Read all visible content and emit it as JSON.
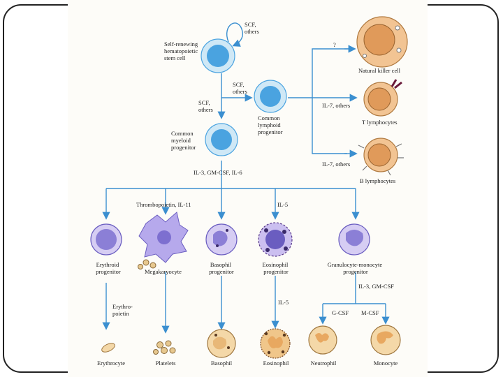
{
  "labels": {
    "stem_cell": [
      "Self-renewing",
      "hematopoietic",
      "stem cell"
    ],
    "scf_top": [
      "SCF,",
      "others"
    ],
    "scf_lymphoid": [
      "SCF,",
      "others"
    ],
    "scf_myeloid": [
      "SCF,",
      "others"
    ],
    "common_lymphoid": [
      "Common",
      "lymphoid",
      "progenitor"
    ],
    "common_myeloid": [
      "Common",
      "myeloid",
      "progenitor"
    ],
    "question": "?",
    "il7_t": "IL-7, others",
    "il7_b": "IL-7, others",
    "natural_killer": "Natural killer cell",
    "t_lymphocytes": "T lymphocytes",
    "b_lymphocytes": "B lymphocytes",
    "il3_gmcsf_il6": "IL-3, GM-CSF, IL-6",
    "thrombopoietin": "Thrombopoietin, IL-11",
    "il5_top": "IL-5",
    "erythroid_progenitor": [
      "Erythroid",
      "progenitor"
    ],
    "megakaryocyte": "Megakaryocyte",
    "basophil_progenitor": [
      "Basophil",
      "progenitor"
    ],
    "eosinophil_progenitor": [
      "Eosinophil",
      "progenitor"
    ],
    "granulocyte_monocyte": [
      "Granulocyte-monocyte",
      "progenitor"
    ],
    "erythropoietin": [
      "Erythro-",
      "poietin"
    ],
    "il5_bottom": "IL-5",
    "il3_gmcsf": "IL-3, GM-CSF",
    "gcsf": "G-CSF",
    "mcsf": "M-CSF",
    "erythrocyte": "Erythrocyte",
    "platelets": "Platelets",
    "basophil": "Basophil",
    "eosinophil": "Eosinophil",
    "neutrophil": "Neutrophil",
    "monocyte": "Monocyte"
  },
  "colors": {
    "arrow": "#3b8fd0",
    "stem_nucleus": "#4aa3e0",
    "lymphoid_cell": "#e8a55e",
    "myeloid_cell": "#8b7fd6",
    "granule": "#5a3a22"
  }
}
